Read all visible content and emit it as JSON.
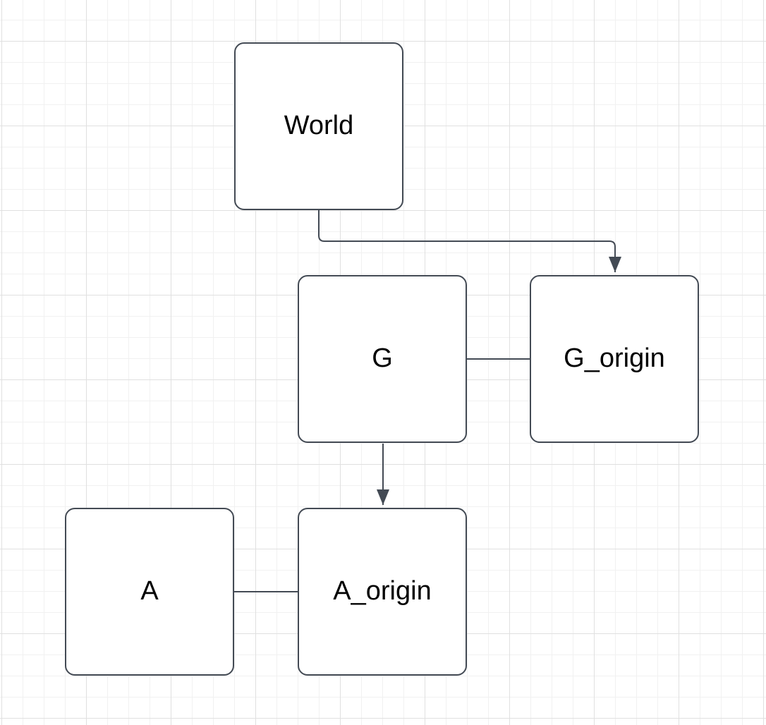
{
  "diagram": {
    "type": "flow-diagram",
    "nodes": [
      {
        "id": "world",
        "label": "World"
      },
      {
        "id": "g",
        "label": "G"
      },
      {
        "id": "g_origin",
        "label": "G_origin"
      },
      {
        "id": "a",
        "label": "A"
      },
      {
        "id": "a_origin",
        "label": "A_origin"
      }
    ],
    "edges": [
      {
        "from": "World",
        "to": "G_origin",
        "style": "elbow",
        "arrowhead": "end"
      },
      {
        "from": "G",
        "to": "G_origin",
        "style": "straight",
        "arrowhead": "none"
      },
      {
        "from": "G",
        "to": "A_origin",
        "style": "straight",
        "arrowhead": "end"
      },
      {
        "from": "A",
        "to": "A_origin",
        "style": "straight",
        "arrowhead": "none"
      }
    ],
    "colors": {
      "stroke": "#434a54",
      "node_fill": "#ffffff",
      "label_text": "#000000",
      "grid_minor": "#f1f1f1",
      "grid_major": "#e0e0e0",
      "canvas_bg": "#ffffff"
    }
  }
}
